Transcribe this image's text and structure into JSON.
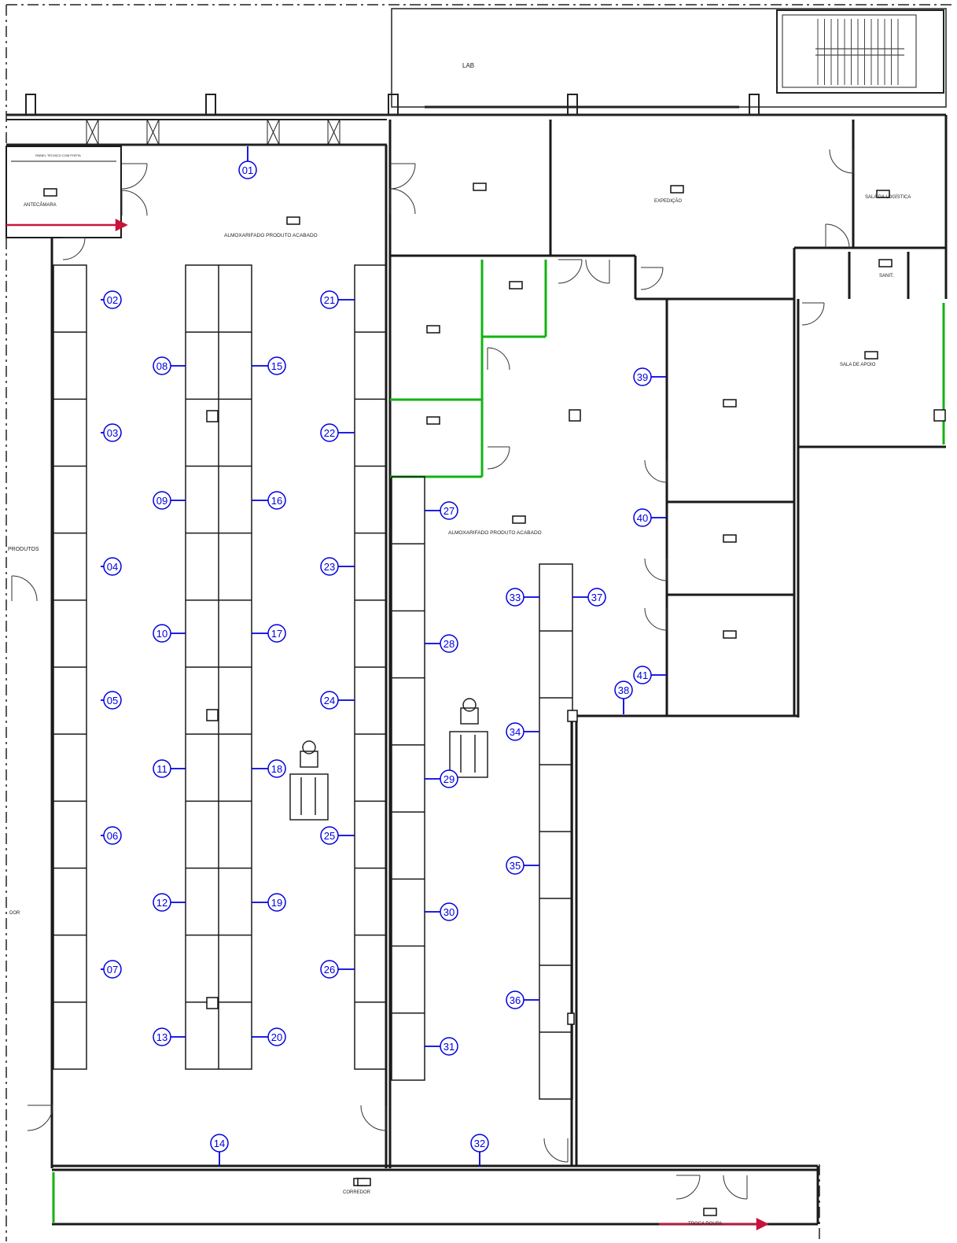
{
  "colors": {
    "wall": "#1a1a1a",
    "marker": "#0000dd",
    "green_wall": "#12b312",
    "red_arrow": "#c8143c",
    "background": "#ffffff"
  },
  "rooms": {
    "top_label": "LAB",
    "camara_header": "PAINEL TÉCNICO COM PORTA",
    "antecamara": "ANTECÂMARA",
    "almox_main": "ALMOXARIFADO PRODUTO ACABADO",
    "expedicao": "EXPEDIÇÃO",
    "sala_logistica": "SALA DA LOGÍSTICA",
    "sala_apoio": "SALA DE APOIO",
    "almox_second": "ALMOXARIFADO PRODUTO ACABADO",
    "left_produtos": "PRODUTOS",
    "left_dor": "DOR",
    "corredor": "CORREDOR",
    "troca_roupa": "TROCA ROUPA",
    "sanit": "SANIT."
  },
  "markers": [
    "01",
    "02",
    "03",
    "04",
    "05",
    "06",
    "07",
    "08",
    "09",
    "10",
    "11",
    "12",
    "13",
    "14",
    "15",
    "16",
    "17",
    "18",
    "19",
    "20",
    "21",
    "22",
    "23",
    "24",
    "25",
    "26",
    "27",
    "28",
    "29",
    "30",
    "31",
    "32",
    "33",
    "34",
    "35",
    "36",
    "37",
    "38",
    "39",
    "40",
    "41"
  ]
}
